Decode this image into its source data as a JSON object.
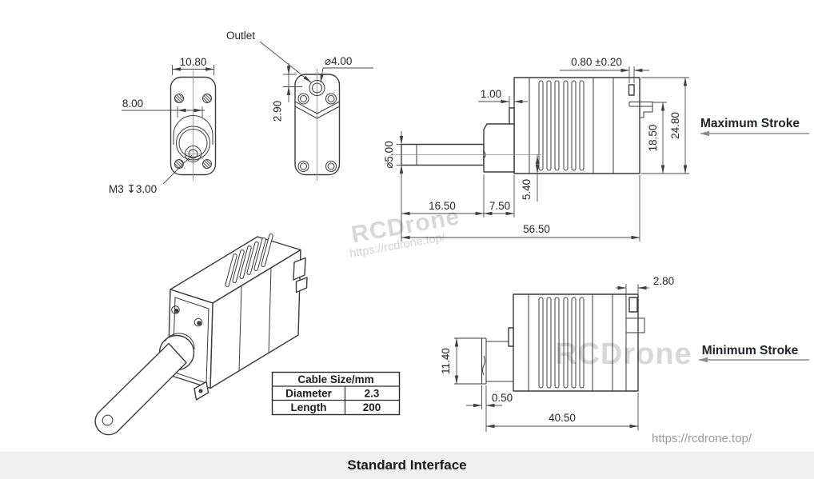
{
  "views": {
    "front": {
      "dim_width": "10.80",
      "dim_slot_width": "8.00",
      "thread_depth_note": "M3 ↧3.00"
    },
    "top": {
      "outlet_label": "Outlet",
      "dim_outlet_diameter": "⌀4.00",
      "dim_outlet_offset": "2.90"
    },
    "side_max_stroke": {
      "stroke_label": "Maximum Stroke",
      "dim_sensor_tab": "0.80 ±0.20",
      "dim_connector": "1.00",
      "dim_rod_diameter": "⌀5.00",
      "dim_rod_axis_height": "5.40",
      "dim_rod_length": "16.50",
      "dim_nut_length": "7.50",
      "dim_overall_length": "56.50",
      "dim_slider_height": "18.50",
      "dim_body_height": "24.80"
    },
    "side_min_stroke": {
      "stroke_label": "Minimum Stroke",
      "dim_tip_offset": "2.80",
      "dim_plate_height": "11.40",
      "dim_plate_thickness": "0.50",
      "dim_body_length": "40.50"
    }
  },
  "cable_table": {
    "header": "Cable Size/mm",
    "rows": [
      {
        "label": "Diameter",
        "value": "2.3"
      },
      {
        "label": "Length",
        "value": "200"
      }
    ]
  },
  "watermark": {
    "brand": "RCDrone",
    "site_url": "https://rcdrone.top/"
  },
  "footer": {
    "title": "Standard Interface"
  },
  "colors": {
    "outline": "#3b3b3b",
    "dimension_line": "#4a4a4a",
    "text": "#26262e",
    "watermark_gray": "#d8d8d8",
    "footer_background": "#f0f0f0"
  }
}
